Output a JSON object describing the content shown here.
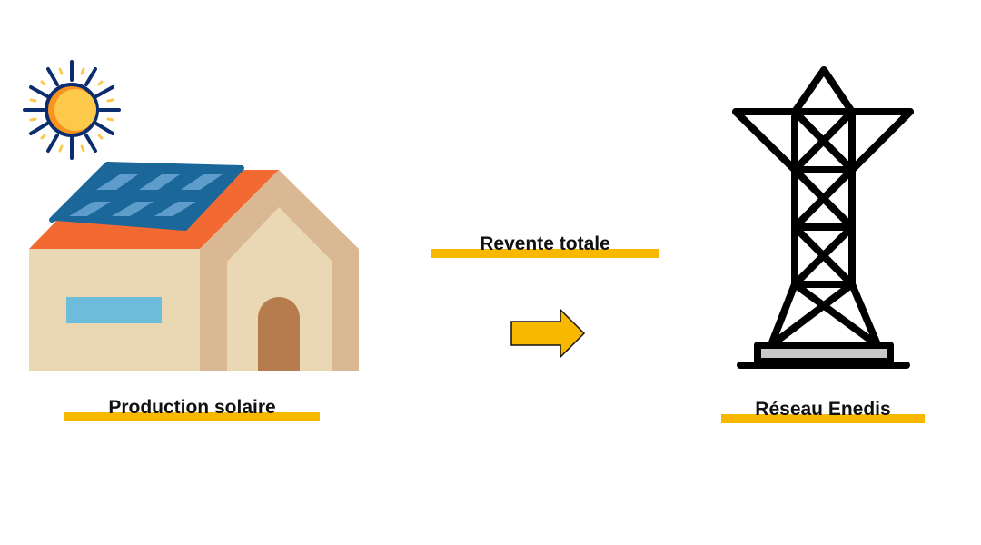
{
  "labels": {
    "production": "Production solaire",
    "transfer": "Revente totale",
    "grid": "Réseau Enedis"
  },
  "colors": {
    "accent": "#F9B800",
    "roof": "#F26A32",
    "panel": "#1B6799",
    "panel_cell": "#5E9DCB",
    "wall": "#EAD8B5",
    "wall_shade": "#D9B893",
    "door": "#B77C4E",
    "window": "#6DBCD9",
    "sun": "#FDC94B",
    "sun_ray": "#0B2C6E"
  },
  "icons": [
    "sun-icon",
    "house-icon",
    "solar-panel-icon",
    "arrow-right-icon",
    "pylon-icon"
  ]
}
